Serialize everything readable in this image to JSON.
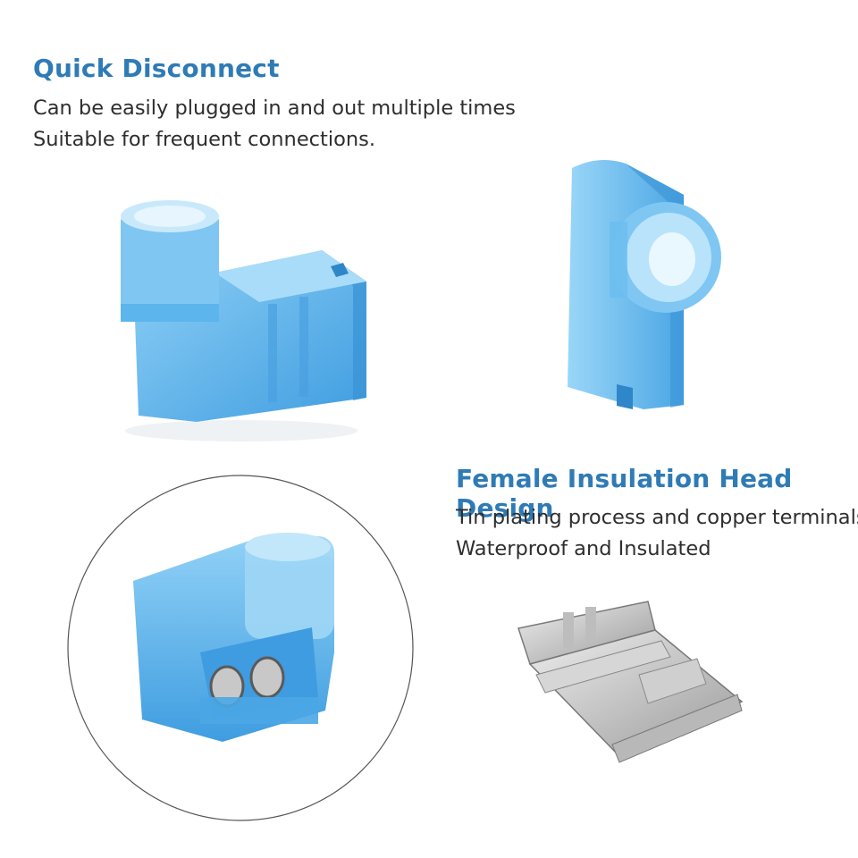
{
  "colors": {
    "heading": "#2f7bb5",
    "body_text": "#2e2e2e",
    "connector_blue": "#5cb5ec",
    "metal": "#c9c9c9"
  },
  "sections": {
    "quick_disconnect": {
      "heading": "Quick Disconnect",
      "lines": [
        "Can be easily plugged in and out multiple times",
        "Suitable for frequent connections."
      ]
    },
    "female_insulation": {
      "heading": "Female Insulation Head Design",
      "lines": [
        "Tin plating process and copper terminals",
        "Waterproof and Insulated"
      ]
    }
  },
  "images": [
    {
      "name": "blue-connector-side-view",
      "kind": "photo"
    },
    {
      "name": "blue-connector-upright-view",
      "kind": "photo"
    },
    {
      "name": "connector-front-closeup",
      "kind": "photo"
    },
    {
      "name": "metal-terminal",
      "kind": "photo"
    }
  ]
}
